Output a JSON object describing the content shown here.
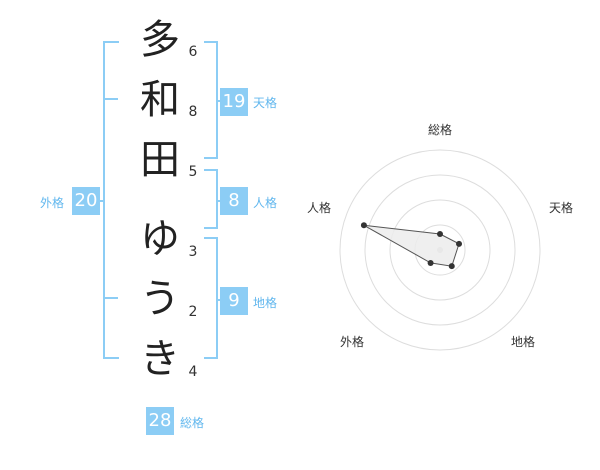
{
  "name_chars": [
    {
      "char": "多",
      "strokes": "6"
    },
    {
      "char": "和",
      "strokes": "8"
    },
    {
      "char": "田",
      "strokes": "5"
    },
    {
      "char": "ゆ",
      "strokes": "3"
    },
    {
      "char": "う",
      "strokes": "2"
    },
    {
      "char": "き",
      "strokes": "4"
    }
  ],
  "kakusu": {
    "tenkaku": {
      "value": "19",
      "label": "天格"
    },
    "jinkaku": {
      "value": "8",
      "label": "人格"
    },
    "chikaku": {
      "value": "9",
      "label": "地格"
    },
    "gaikaku": {
      "value": "20",
      "label": "外格"
    },
    "soukaku": {
      "value": "28",
      "label": "総格"
    }
  },
  "colors": {
    "bracket": "#8ccdf5",
    "badge_bg": "#8ccdf5",
    "badge_text": "#ffffff",
    "label_text": "#61b7ee",
    "radar_ring": "#dddddd",
    "radar_fill": "#ececec",
    "radar_stroke": "#555555",
    "radar_point": "#333333"
  },
  "chart_data": {
    "type": "radar",
    "axes": [
      "総格",
      "天格",
      "地格",
      "外格",
      "人格"
    ],
    "values": [
      0.16,
      0.2,
      0.2,
      0.16,
      0.8
    ],
    "range": [
      0,
      1
    ],
    "rings": 4,
    "grid": true
  }
}
